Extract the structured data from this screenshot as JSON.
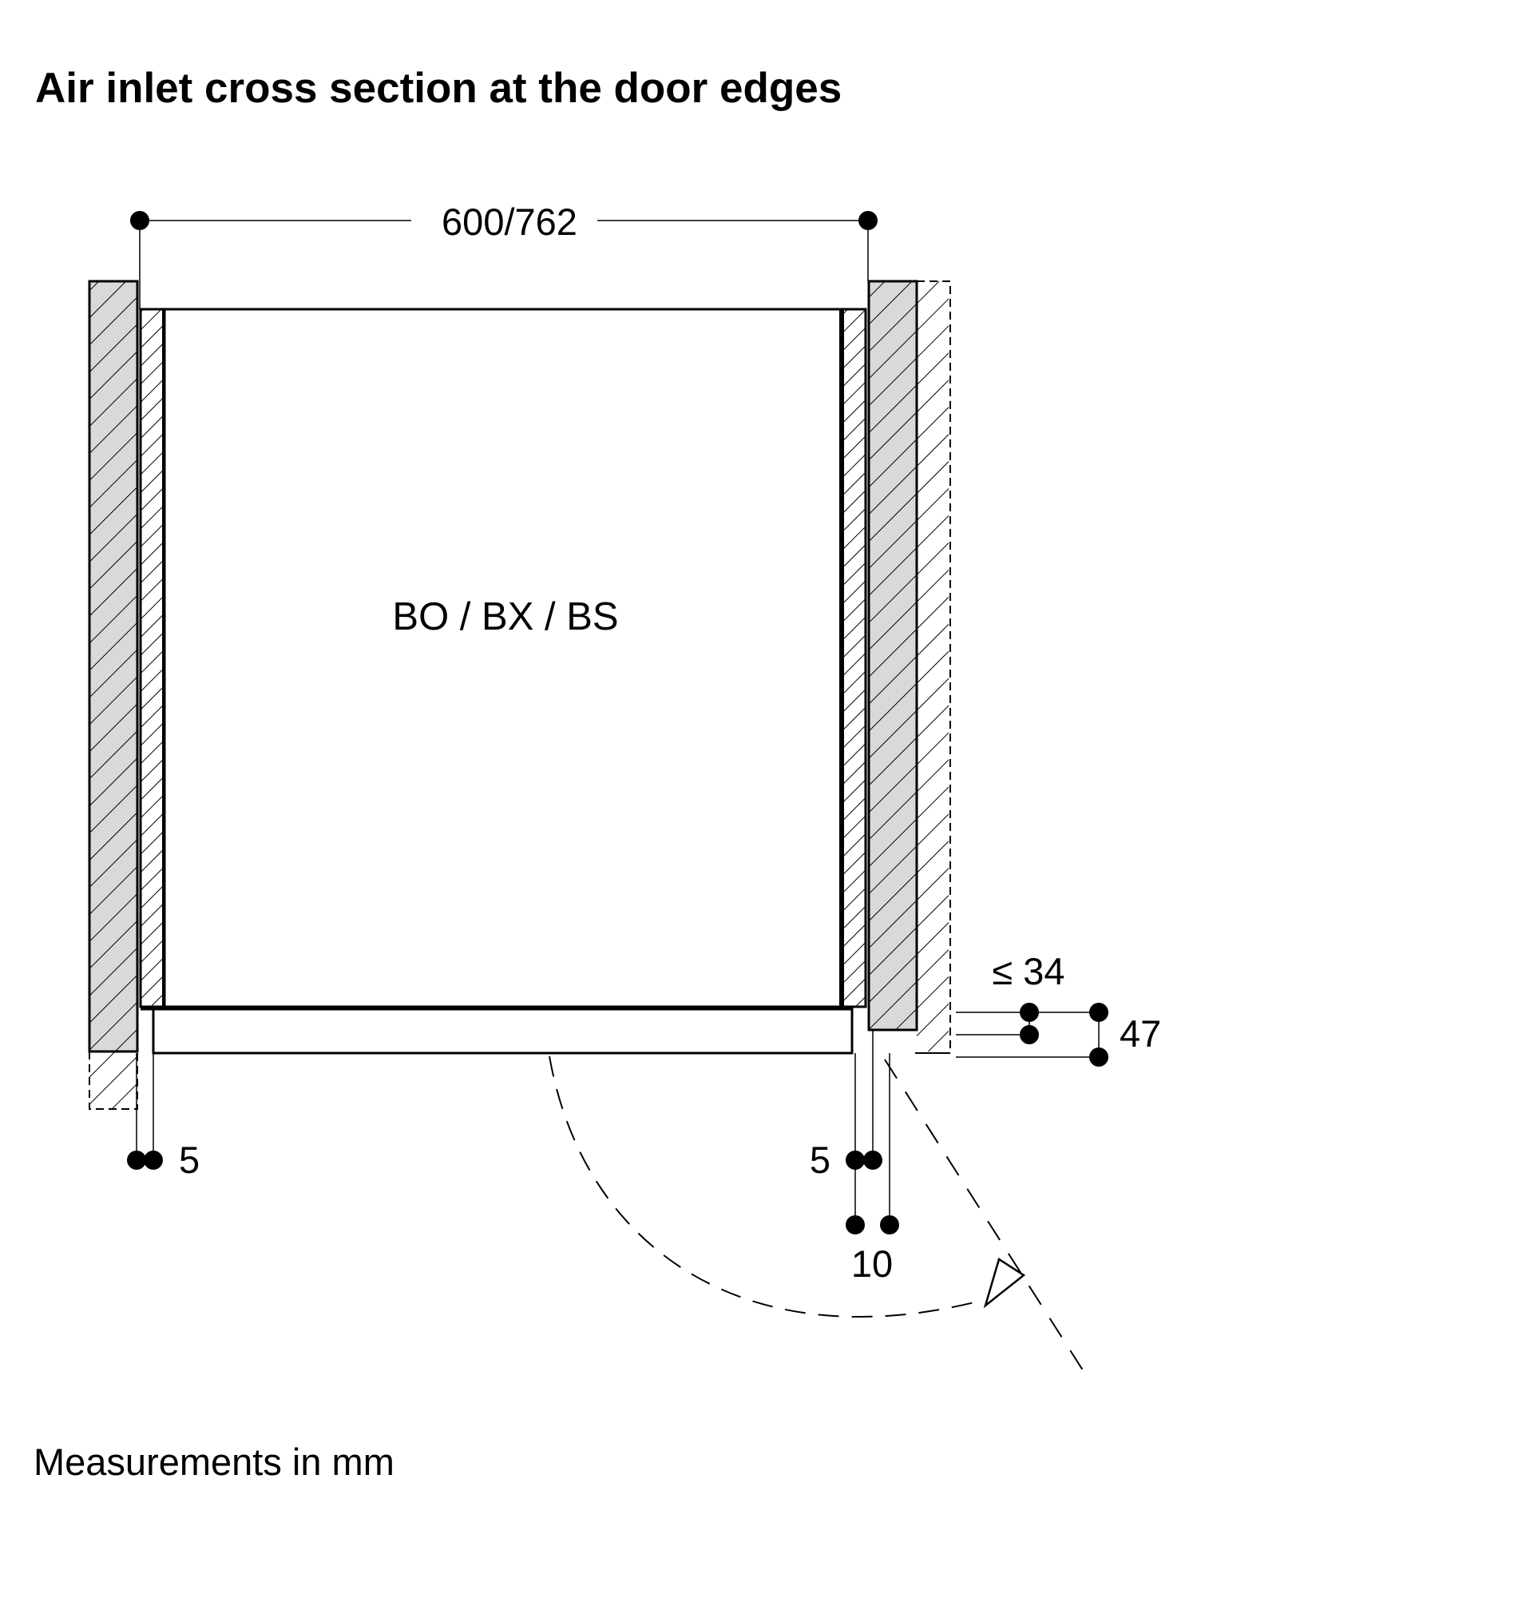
{
  "title": "Air inlet cross section at the door edges",
  "appliance_label": "BO / BX / BS",
  "dimensions": {
    "width": "600/762",
    "left_gap": "5",
    "right_gap": "5",
    "right_offset": "10",
    "max_protrusion": "≤ 34",
    "depth": "47"
  },
  "footnote": "Measurements in mm",
  "colors": {
    "line": "#000000",
    "wall_fill": "#d9d9d9",
    "background": "#ffffff"
  }
}
